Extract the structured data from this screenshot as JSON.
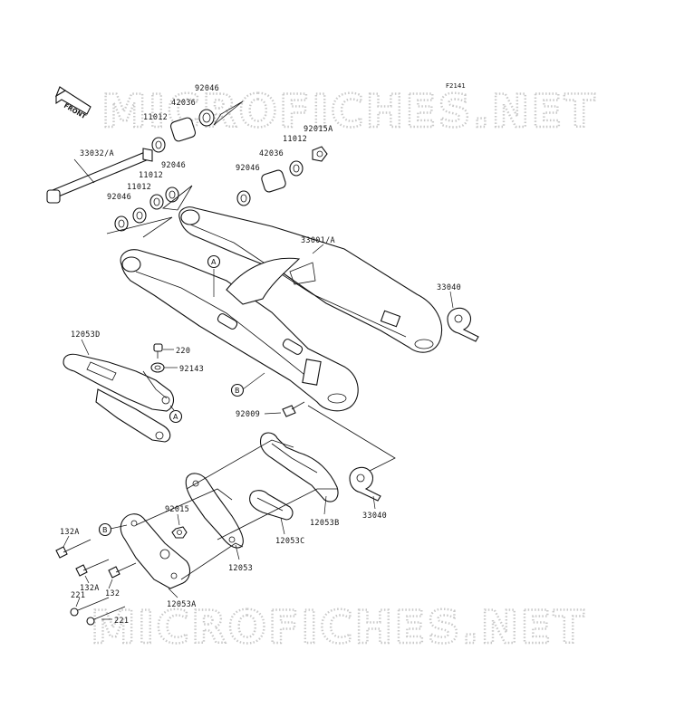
{
  "figure_code": "F2141",
  "watermark": "MICROFICHES.NET",
  "front_label": "FRONT",
  "ref_markers": {
    "a": "A",
    "b": "B"
  },
  "labels": {
    "p92046_top": "92046",
    "p42036_top": "42036",
    "p11012_top": "11012",
    "p33032": "33032/A",
    "p92046_a": "92046",
    "p11012_a": "11012",
    "p92046_b": "92046",
    "p92015a": "92015A",
    "p11012_r": "11012",
    "p42036_r": "42036",
    "p92046_r": "92046",
    "p33001": "33001/A",
    "p33040_top": "33040",
    "p12053d": "12053D",
    "p220": "220",
    "p92143": "92143",
    "p92009": "92009",
    "p92015": "92015",
    "p132a_1": "132A",
    "p132a_2": "132A",
    "p132": "132",
    "p221_1": "221",
    "p221_2": "221",
    "p12053": "12053",
    "p12053a": "12053A",
    "p12053b": "12053B",
    "p12053c": "12053C",
    "p33040_bot": "33040"
  }
}
